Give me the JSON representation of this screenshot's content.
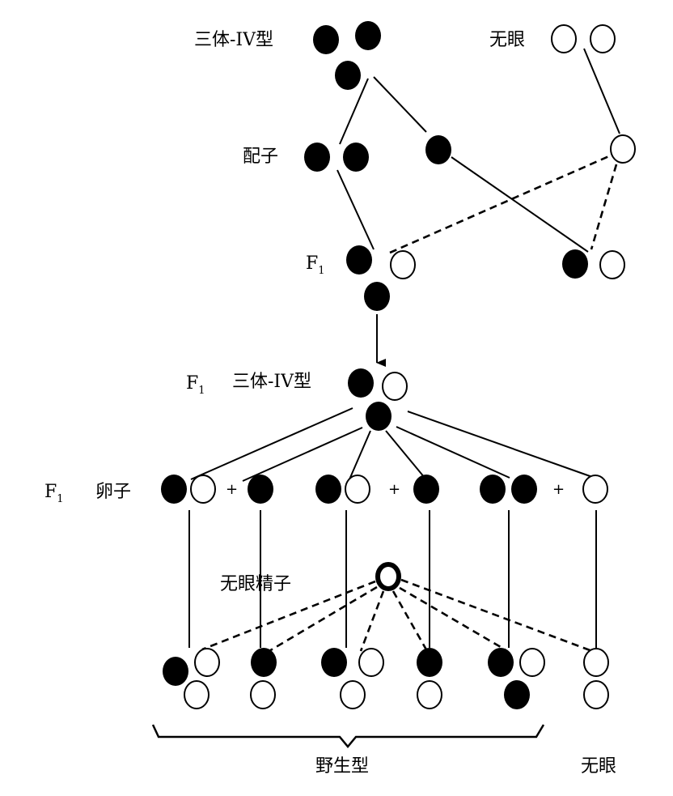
{
  "labels": {
    "trisomy_iv": "三体-IV型",
    "eyeless": "无眼",
    "gamete": "配子",
    "f1": "F",
    "f1_sub": "1",
    "f1_trisomy": "三体-IV型",
    "f1_egg": "卵子",
    "eyeless_sperm": "无眼精子",
    "wild_type": "野生型",
    "eyeless_result": "无眼",
    "plus": "+"
  },
  "colors": {
    "filled": "#000000",
    "empty": "#ffffff"
  }
}
